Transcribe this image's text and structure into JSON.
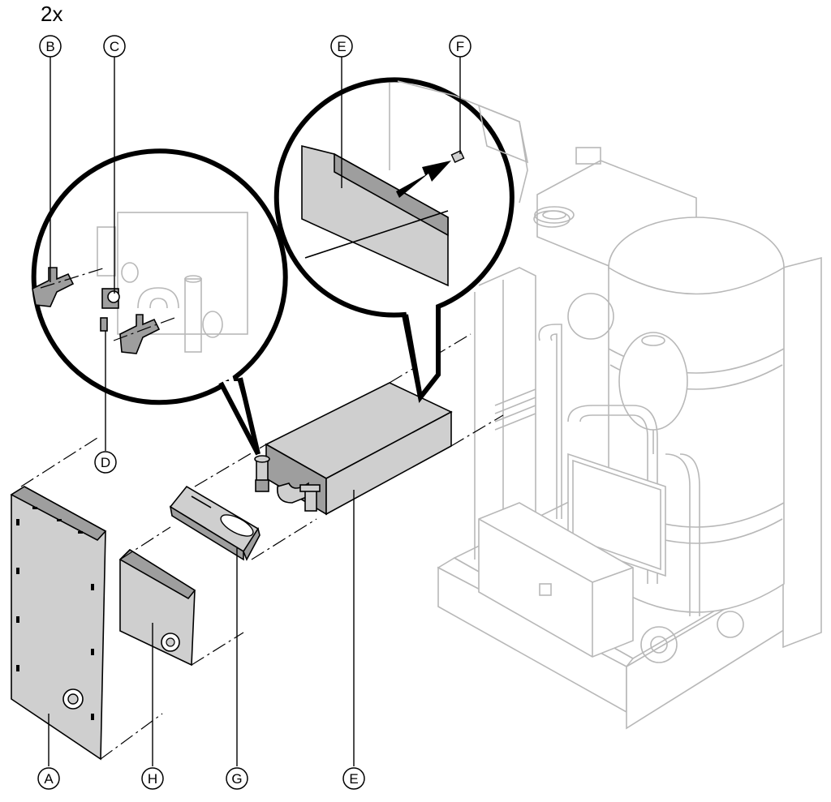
{
  "quantity_note": "2x",
  "callouts": {
    "A": "A",
    "B": "B",
    "C": "C",
    "D": "D",
    "E_top": "E",
    "E_bottom": "E",
    "F": "F",
    "G": "G",
    "H": "H"
  },
  "colors": {
    "line": "#000000",
    "ghost_line": "#b8b8b8",
    "part_fill": "#cfcfcf",
    "part_dark": "#9e9e9e",
    "background": "#ffffff"
  },
  "icons": [
    "arrow-icon"
  ]
}
